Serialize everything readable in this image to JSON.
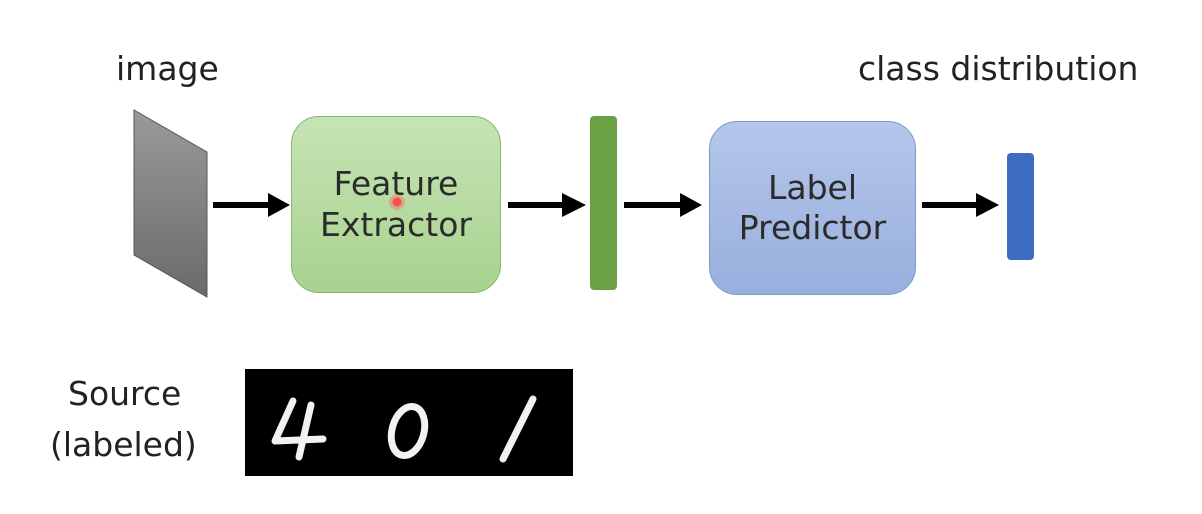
{
  "labels": {
    "image": "image",
    "class_distribution": "class distribution",
    "source_line1": "Source",
    "source_line2": "(labeled)"
  },
  "feature_extractor": {
    "line1": "Feature",
    "line2": "Extractor",
    "color": "#a8d28f"
  },
  "label_predictor": {
    "line1": "Label",
    "line2": "Predictor",
    "color": "#98afdd"
  },
  "feature_vector_color": "#6aa145",
  "output_vector_color": "#3f6cc3",
  "source_digits": [
    "4",
    "0",
    "1"
  ]
}
